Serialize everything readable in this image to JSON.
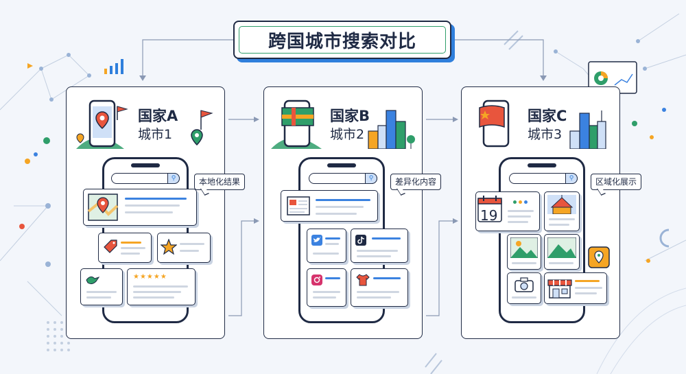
{
  "title": "跨国城市搜索对比",
  "panels": [
    {
      "country": "国家A",
      "city": "城市1",
      "tag": "本地化结果"
    },
    {
      "country": "国家B",
      "city": "城市2",
      "tag": "差异化内容"
    },
    {
      "country": "国家C",
      "city": "城市3",
      "tag": "区域化展示"
    }
  ],
  "calendar_day": "19",
  "icons": {
    "map": "map-pin-icon",
    "price_tag": "price-tag-icon",
    "star": "star-icon",
    "bird": "bird-icon",
    "rating": "five-star-rating-icon",
    "newspaper": "newspaper-icon",
    "twitter": "twitter-icon",
    "tiktok": "tiktok-icon",
    "instagram": "instagram-icon",
    "shirt": "tshirt-icon",
    "calendar": "calendar-icon",
    "tent": "circus-tent-icon",
    "image": "image-icon",
    "camera": "camera-icon",
    "shop": "storefront-icon"
  },
  "colors": {
    "navy": "#1f2a44",
    "blue": "#3b82e0",
    "green": "#2f9e6a",
    "orange": "#f5a524",
    "red": "#e8553d"
  }
}
